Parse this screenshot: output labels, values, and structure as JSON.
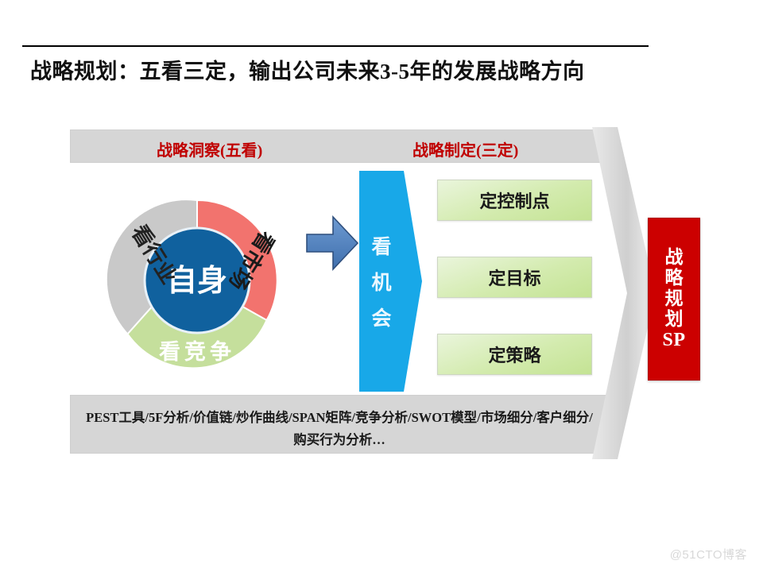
{
  "slide": {
    "title": "战略规划：五看三定，输出公司未来3-5年的发展战略方向",
    "watermark": "@51CTO博客"
  },
  "header_band": {
    "left_label": "战略洞察(五看)",
    "right_label": "战略制定(三定)",
    "band_color": "#d6d6d6",
    "label_color": "#c00000"
  },
  "donut": {
    "center_label": "自身",
    "center_color": "#10619E",
    "center_text_color": "#ffffff",
    "segments": [
      {
        "label": "看行业",
        "color": "#c9c9c9",
        "text_color": "#222222"
      },
      {
        "label": "看市场",
        "color": "#f2736e",
        "text_color": "#1a1a1a"
      },
      {
        "label": "看竞争",
        "color": "#c5df9c",
        "text_color": "#ffffff"
      }
    ]
  },
  "arrow": {
    "name": "right-block-arrow",
    "color": "#4a7ebb"
  },
  "chevron": {
    "label_chars": [
      "看",
      "机",
      "会"
    ],
    "color": "#18a8e8",
    "text_color": "#eaf7ff"
  },
  "outputs": {
    "boxes": [
      {
        "label": "定控制点"
      },
      {
        "label": "定目标"
      },
      {
        "label": "定策略"
      }
    ],
    "box_color": "#c4e394"
  },
  "footer_band": {
    "text": "PEST工具/5F分析/价值链/炒作曲线/SPAN矩阵/竞争分析/SWOT模型/市场细分/客户细分/购买行为分析…",
    "band_color": "#d6d6d6"
  },
  "result": {
    "chars": [
      "战",
      "略",
      "规",
      "划"
    ],
    "abbrev": "SP",
    "color": "#cc0000",
    "text_color": "#ffffff"
  },
  "gray_chevron": {
    "color": "#d2d2d2"
  }
}
